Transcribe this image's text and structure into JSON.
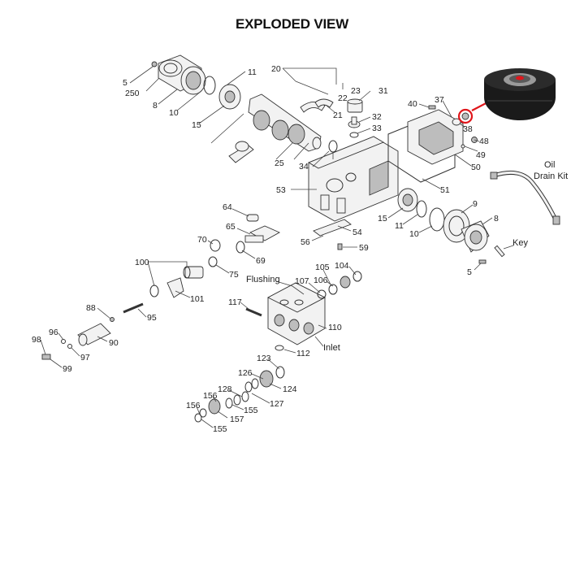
{
  "title": "EXPLODED VIEW",
  "labels": {
    "oil": "Oil",
    "drain_kit": "Drain Kit",
    "key": "Key",
    "flushing": "Flushing",
    "inlet": "Inlet"
  },
  "parts": [
    "5",
    "250",
    "8",
    "10",
    "11",
    "15",
    "20",
    "23",
    "22",
    "21",
    "31",
    "32",
    "33",
    "34",
    "25",
    "53",
    "40",
    "37",
    "38",
    "48",
    "49",
    "50",
    "51",
    "15",
    "11",
    "10",
    "9",
    "8",
    "5",
    "54",
    "56",
    "59",
    "64",
    "65",
    "70",
    "75",
    "69",
    "100",
    "101",
    "88",
    "95",
    "96",
    "97",
    "98",
    "99",
    "90",
    "105",
    "104",
    "107",
    "106",
    "117",
    "110",
    "112",
    "123",
    "126",
    "124",
    "128",
    "127",
    "156",
    "155",
    "157",
    "156",
    "155"
  ],
  "colors": {
    "highlight": "#e0161b",
    "line": "#444444"
  }
}
